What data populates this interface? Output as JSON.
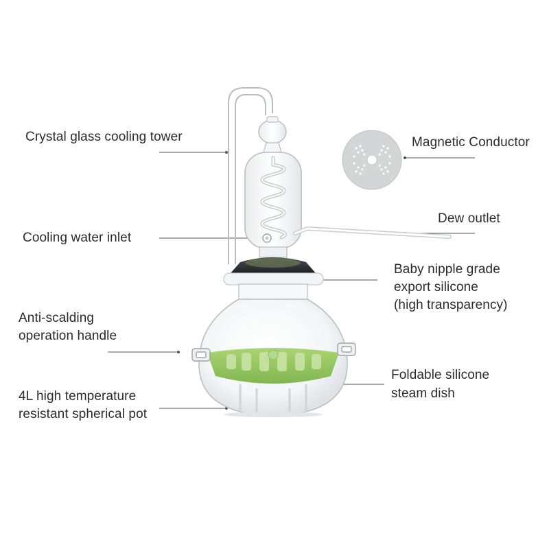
{
  "labels": {
    "cooling_tower": "Crystal glass cooling tower",
    "magnetic_conductor": "Magnetic Conductor",
    "dew_outlet": "Dew outlet",
    "cooling_water_inlet": "Cooling water inlet",
    "silicone_line1": "Baby nipple grade",
    "silicone_line2": "export silicone",
    "silicone_line3": "(high transparency)",
    "handle_line1": "Anti-scalding",
    "handle_line2": "operation handle",
    "steam_dish_line1": "Foldable silicone",
    "steam_dish_line2": "steam dish",
    "pot_line1": "4L high temperature",
    "pot_line2": "resistant spherical pot"
  },
  "colors": {
    "text": "#2b2b2b",
    "leader_line": "#555555",
    "glass_outline": "#b9bdc2",
    "steam_dish_green": "#8cc152",
    "lid_dark": "#3a3d3f"
  }
}
